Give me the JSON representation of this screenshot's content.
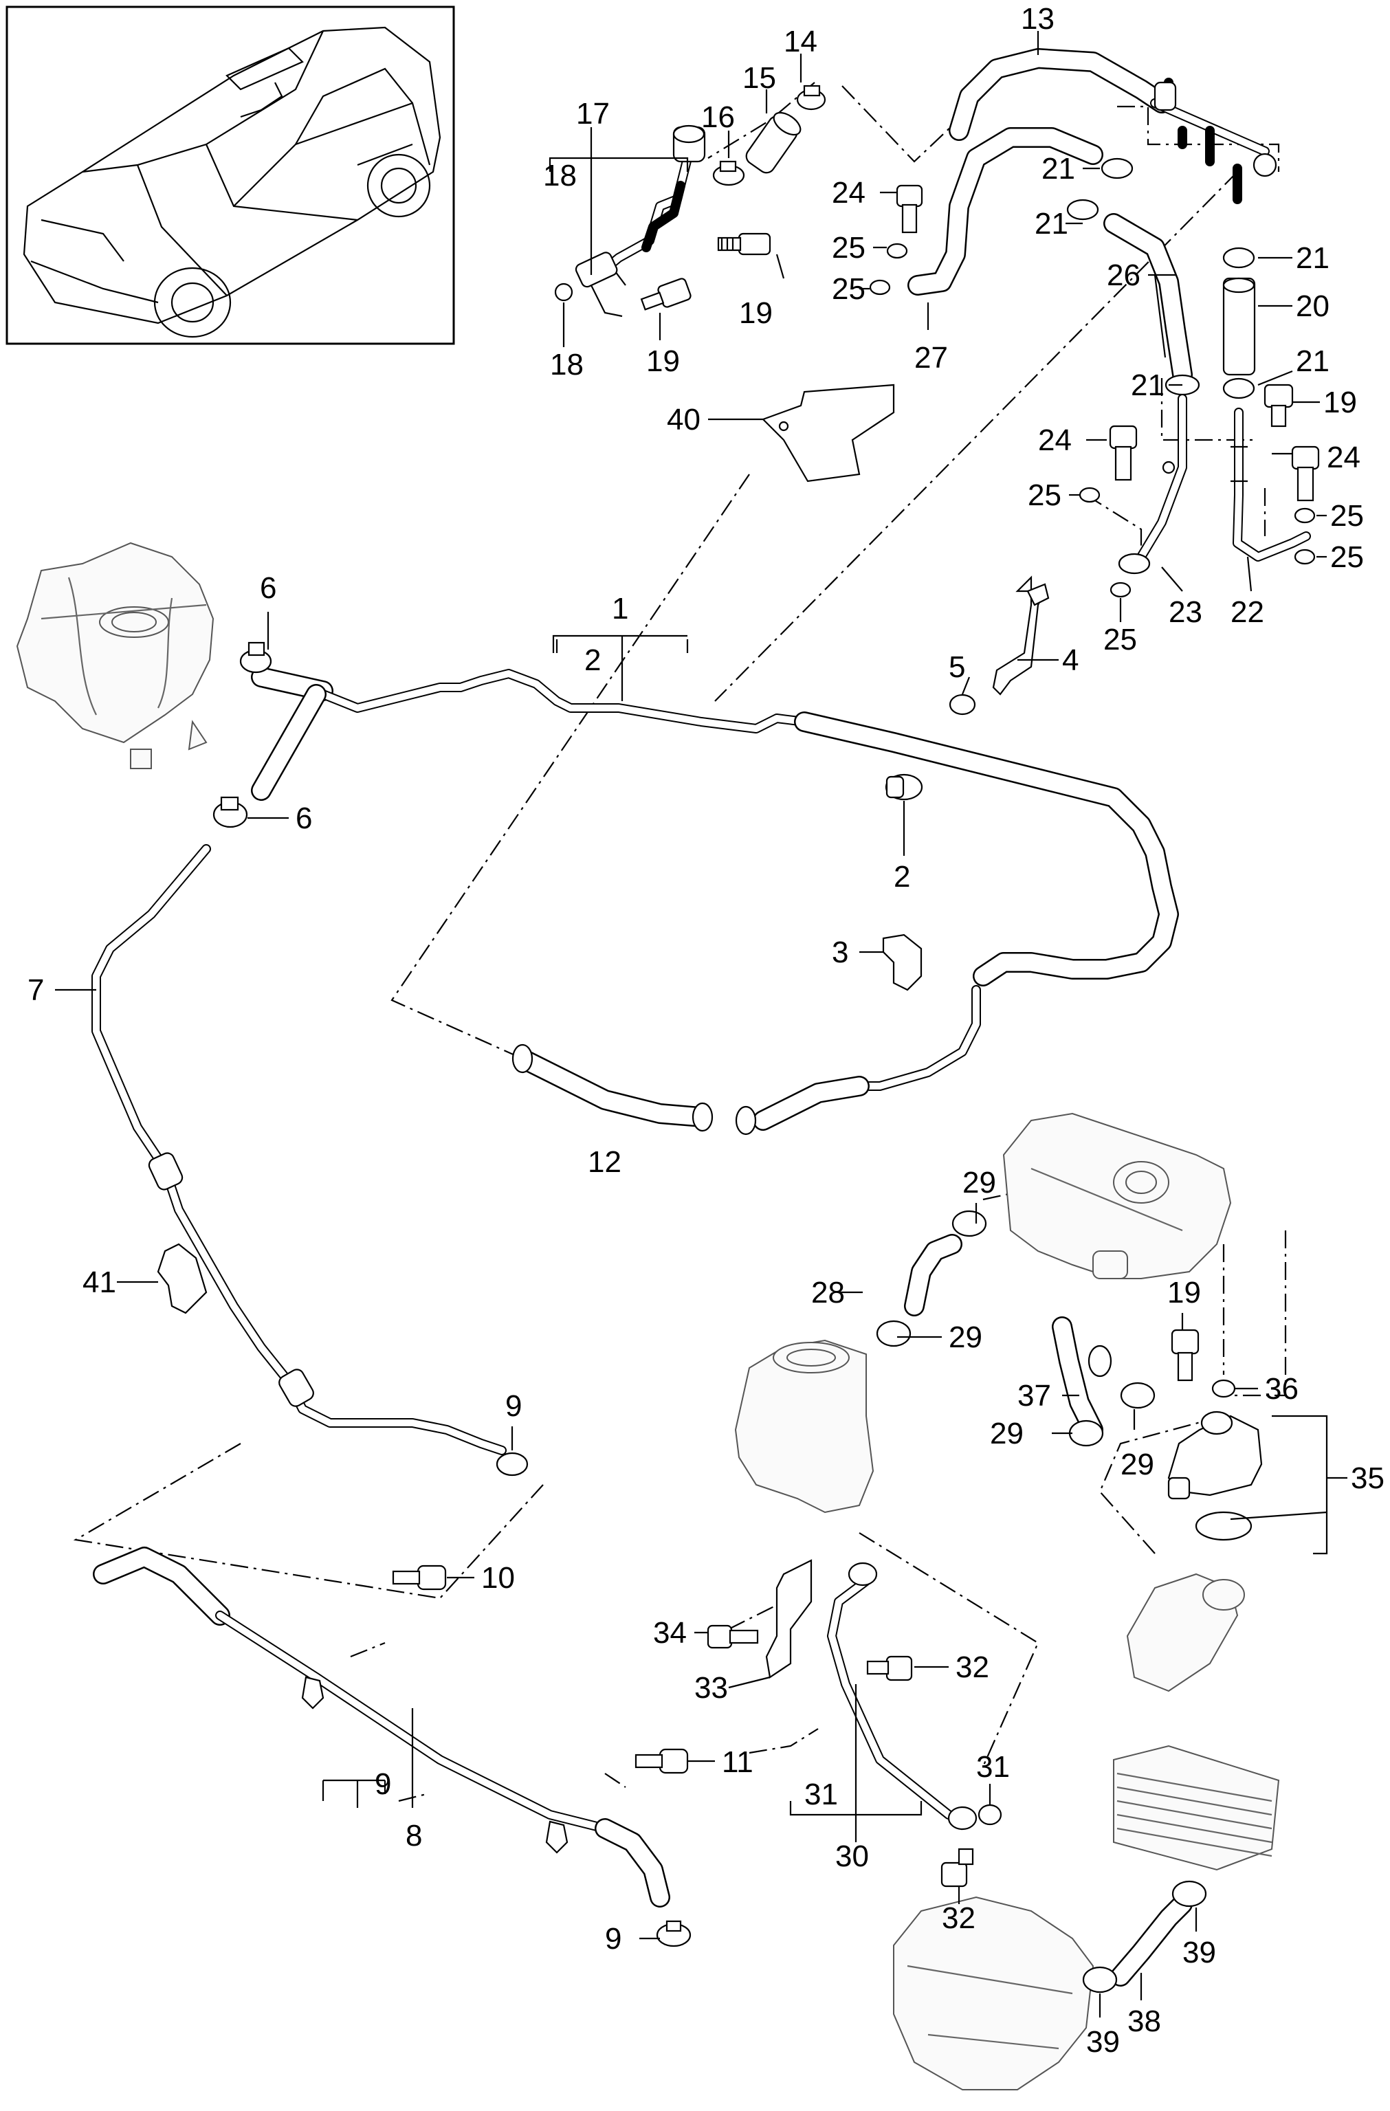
{
  "labels": {
    "n1": "1",
    "n2": "2",
    "n3": "3",
    "n4": "4",
    "n5": "5",
    "n6": "6",
    "n7": "7",
    "n8": "8",
    "n9": "9",
    "n10": "10",
    "n11": "11",
    "n12": "12",
    "n13": "13",
    "n14": "14",
    "n15": "15",
    "n16": "16",
    "n17": "17",
    "n18": "18",
    "n19": "19",
    "n20": "20",
    "n21": "21",
    "n22": "22",
    "n23": "23",
    "n24": "24",
    "n25": "25",
    "n26": "26",
    "n27": "27",
    "n28": "28",
    "n29": "29",
    "n30": "30",
    "n31": "31",
    "n32": "32",
    "n33": "33",
    "n34": "34",
    "n35": "35",
    "n36": "36",
    "n37": "37",
    "n38": "38",
    "n39": "39",
    "n40": "40",
    "n41": "41"
  },
  "colors": {
    "line": "#000000",
    "background": "#ffffff"
  }
}
